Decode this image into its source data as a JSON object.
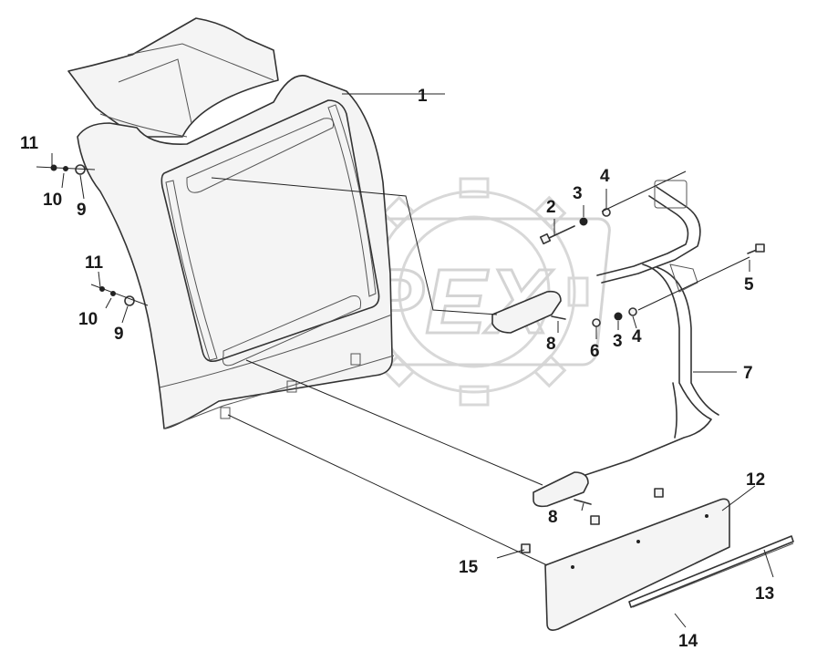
{
  "watermark": {
    "text": "OPEX",
    "color": "#d4d4d4"
  },
  "callouts": [
    {
      "id": "c1",
      "label": "1"
    },
    {
      "id": "c2",
      "label": "2"
    },
    {
      "id": "c3a",
      "label": "3"
    },
    {
      "id": "c4a",
      "label": "4"
    },
    {
      "id": "c5",
      "label": "5"
    },
    {
      "id": "c3b",
      "label": "3"
    },
    {
      "id": "c4b",
      "label": "4"
    },
    {
      "id": "c6",
      "label": "6"
    },
    {
      "id": "c7",
      "label": "7"
    },
    {
      "id": "c8a",
      "label": "8"
    },
    {
      "id": "c8b",
      "label": "8"
    },
    {
      "id": "c9a",
      "label": "9"
    },
    {
      "id": "c10a",
      "label": "10"
    },
    {
      "id": "c11a",
      "label": "11"
    },
    {
      "id": "c9b",
      "label": "9"
    },
    {
      "id": "c10b",
      "label": "10"
    },
    {
      "id": "c11b",
      "label": "11"
    },
    {
      "id": "c12",
      "label": "12"
    },
    {
      "id": "c13",
      "label": "13"
    },
    {
      "id": "c14",
      "label": "14"
    },
    {
      "id": "c15",
      "label": "15"
    }
  ]
}
